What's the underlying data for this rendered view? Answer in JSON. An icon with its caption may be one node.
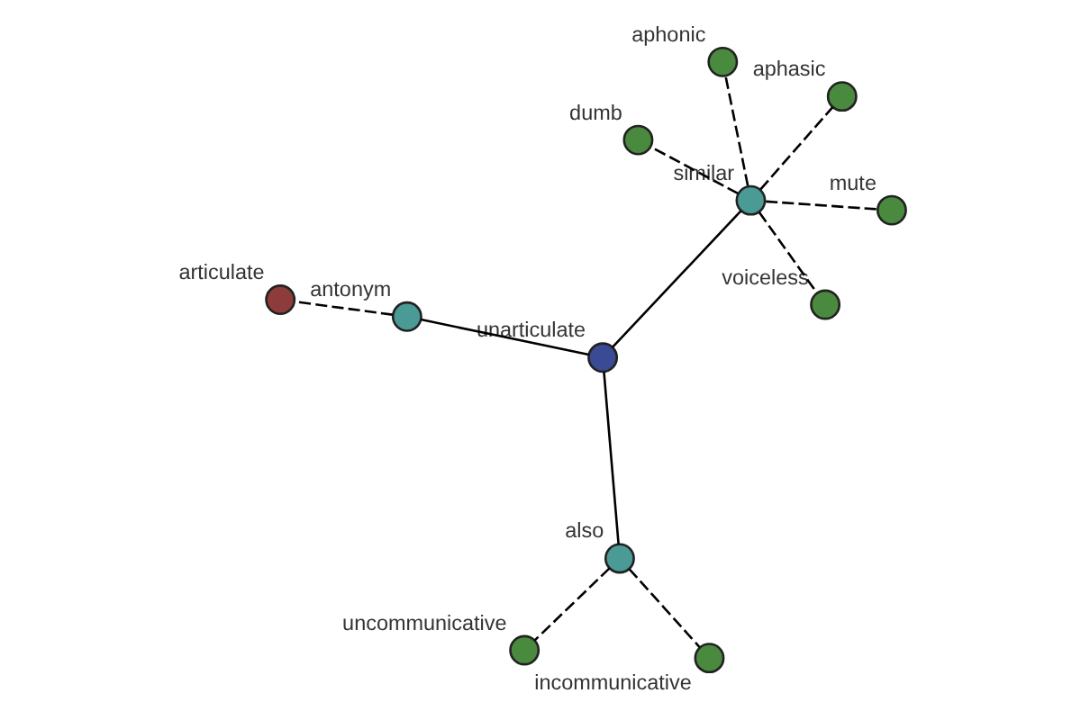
{
  "diagram": {
    "nodes": [
      {
        "text": [
          "unarticulate"
        ]
      },
      {
        "text": [
          "also"
        ]
      },
      {
        "text": [
          "incommunicative"
        ]
      },
      {
        "text": [
          "uncommunicative"
        ]
      },
      {
        "text": [
          "antonym"
        ]
      },
      {
        "text": [
          "articulate"
        ]
      },
      {
        "text": [
          "similar"
        ]
      },
      {
        "text": [
          "aphonic"
        ]
      },
      {
        "text": [
          "dumb"
        ]
      },
      {
        "text": [
          "voiceless"
        ]
      },
      {
        "text": [
          "mute"
        ]
      },
      {
        "text": [
          "aphasic"
        ]
      }
    ],
    "edges": [
      {
        "from": 0,
        "to": 1,
        "arrow": "none"
      },
      {
        "from": 1,
        "to": 2,
        "arrow": "none",
        "style": "dashed"
      },
      {
        "from": 1,
        "to": 3,
        "arrow": "none",
        "style": "dashed"
      },
      {
        "from": 0,
        "to": 4,
        "arrow": "none"
      },
      {
        "from": 4,
        "to": 5,
        "arrow": "none",
        "style": "dashed"
      },
      {
        "from": 0,
        "to": 6,
        "arrow": "none"
      },
      {
        "from": 6,
        "to": 7,
        "arrow": "none",
        "style": "dashed"
      },
      {
        "from": 6,
        "to": 8,
        "arrow": "none",
        "style": "dashed"
      },
      {
        "from": 6,
        "to": 9,
        "arrow": "none",
        "style": "dashed"
      },
      {
        "from": 6,
        "to": 10,
        "arrow": "none",
        "style": "dashed"
      },
      {
        "from": 6,
        "to": 11,
        "arrow": "none",
        "style": "dashed"
      }
    ]
  }
}
